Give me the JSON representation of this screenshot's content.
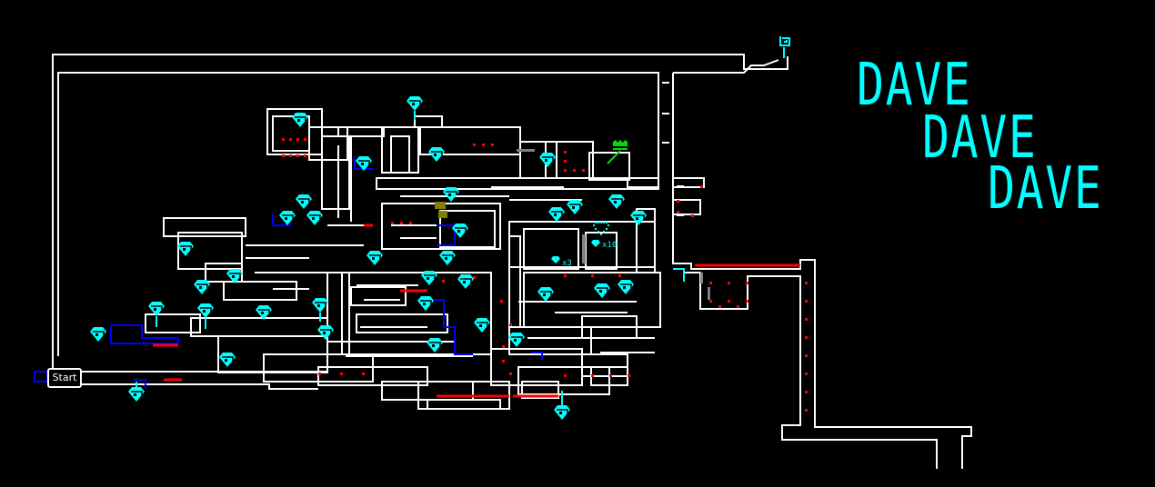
{
  "title": {
    "lines": [
      "DAVE",
      "DAVE",
      "DAVE"
    ],
    "color": "#00ffff"
  },
  "map": {
    "start_label": "Start",
    "colors": {
      "wall": "#ffffff",
      "water": "#0000ff",
      "hazard": "#ff0000",
      "gem": "#00ffff",
      "crown": "#00dd00",
      "plant": "#808000",
      "grey": "#808080",
      "background": "#000000"
    },
    "counters": [
      {
        "label": "x10"
      },
      {
        "label": "x3"
      }
    ],
    "items": {
      "crown": "crown-icon",
      "exit": "swirl-exit-icon",
      "gem": "diamond-gem-icon"
    }
  }
}
